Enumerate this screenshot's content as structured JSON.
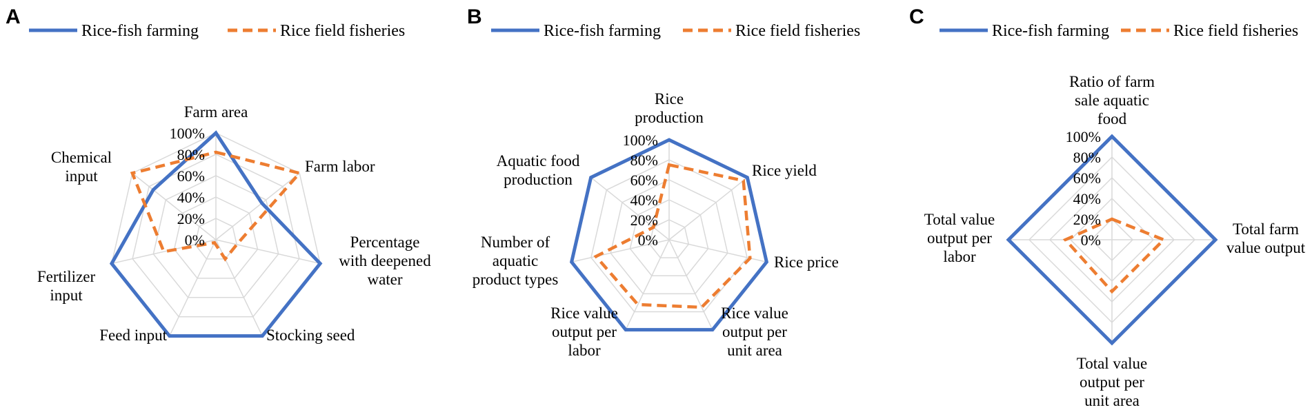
{
  "colors": {
    "solid_series": "#4472C4",
    "dashed_series": "#ED7D31",
    "grid": "#D9D9D9"
  },
  "chart_data": [
    {
      "panel": "A",
      "type": "radar",
      "axes": [
        "Farm area",
        "Farm labor",
        "Percentage with deepened water",
        "Stocking seed",
        "Feed input",
        "Fertilizer input",
        "Chemical input"
      ],
      "radial_ticks": [
        "0%",
        "20%",
        "40%",
        "60%",
        "80%",
        "100%"
      ],
      "rlim": [
        0,
        100
      ],
      "legend_position": "top",
      "series": [
        {
          "name": "Rice-fish farming",
          "style": "solid",
          "values": [
            100,
            55,
            100,
            100,
            100,
            100,
            75
          ]
        },
        {
          "name": "Rice field fisheries",
          "style": "dashed",
          "values": [
            82,
            100,
            20,
            20,
            3,
            50,
            100
          ]
        }
      ]
    },
    {
      "panel": "B",
      "type": "radar",
      "axes": [
        "Rice production",
        "Rice yield",
        "Rice price",
        "Rice value output per unit area",
        "Rice value output per labor",
        "Number of aquatic product types",
        "Aquatic food production"
      ],
      "radial_ticks": [
        "0%",
        "20%",
        "40%",
        "60%",
        "80%",
        "100%"
      ],
      "rlim": [
        0,
        100
      ],
      "legend_position": "top",
      "series": [
        {
          "name": "Rice-fish farming",
          "style": "solid",
          "values": [
            100,
            100,
            100,
            100,
            100,
            100,
            100
          ]
        },
        {
          "name": "Rice field fisheries",
          "style": "dashed",
          "values": [
            75,
            95,
            83,
            75,
            72,
            75,
            20
          ]
        }
      ]
    },
    {
      "panel": "C",
      "type": "radar",
      "axes": [
        "Ratio of farm sale aquatic food",
        "Total farm value output",
        "Total value output per unit area",
        "Total value output per labor"
      ],
      "radial_ticks": [
        "0%",
        "20%",
        "40%",
        "60%",
        "80%",
        "100%"
      ],
      "rlim": [
        0,
        100
      ],
      "legend_position": "top",
      "series": [
        {
          "name": "Rice-fish farming",
          "style": "solid",
          "values": [
            100,
            100,
            100,
            100
          ]
        },
        {
          "name": "Rice field fisheries",
          "style": "dashed",
          "values": [
            20,
            50,
            50,
            45
          ]
        }
      ]
    }
  ]
}
